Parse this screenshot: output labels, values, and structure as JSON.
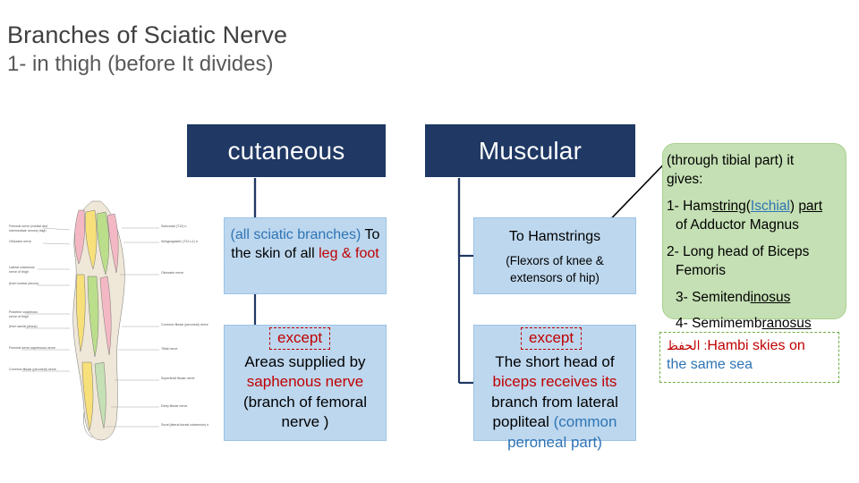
{
  "header": {
    "title": "Branches of Sciatic Nerve",
    "subtitle": "1- in thigh (before It divides)"
  },
  "columns": {
    "cutaneous": {
      "heading": "cutaneous",
      "box1": {
        "line1": "(all sciatic branches)",
        "line2_prefix": "To the skin of all ",
        "line2_red": "leg &",
        "line3_red": "foot"
      },
      "except_label": "except",
      "box2": {
        "line1": "Areas supplied by",
        "line2": "saphenous nerve",
        "line3": "(branch of femoral",
        "line4": "nerve )"
      }
    },
    "muscular": {
      "heading": "Muscular",
      "box1": {
        "line1": "To Hamstrings",
        "line2": "(Flexors of knee &",
        "line3": "extensors of hip)"
      },
      "except_label": "except",
      "box2": {
        "line1": "The short head of",
        "line2": "biceps receives its",
        "line3": "branch from lateral",
        "line4": "popliteal ",
        "line4_blue": "(common",
        "line5_blue": "peroneal part)"
      }
    }
  },
  "callout": {
    "intro_line1": "(through tibial part) it",
    "intro_line2": "gives:",
    "item1_a": "1- Ham",
    "item1_b": "string",
    "item1_c": "(",
    "item1_d": "Ischial",
    "item1_e": ") ",
    "item1_f": "part",
    "item1_cont": "of Adductor Magnus",
    "item2_line1": "2- Long head of Biceps",
    "item2_line2": "Femoris",
    "item3_a": "3- Semitend",
    "item3_b": "inosus",
    "item4_a": "4- Semimemb",
    "item4_b": "ranosus"
  },
  "note": {
    "arabic": "الحفظ :",
    "text_red": "Hambi skies on",
    "text_blue": "the same sea"
  },
  "colors": {
    "header_box": "#1F3864",
    "blue_box": "#BDD7EE",
    "green_box": "#C5E0B4",
    "accent_red": "#C00000",
    "accent_blue": "#2E74B5"
  }
}
